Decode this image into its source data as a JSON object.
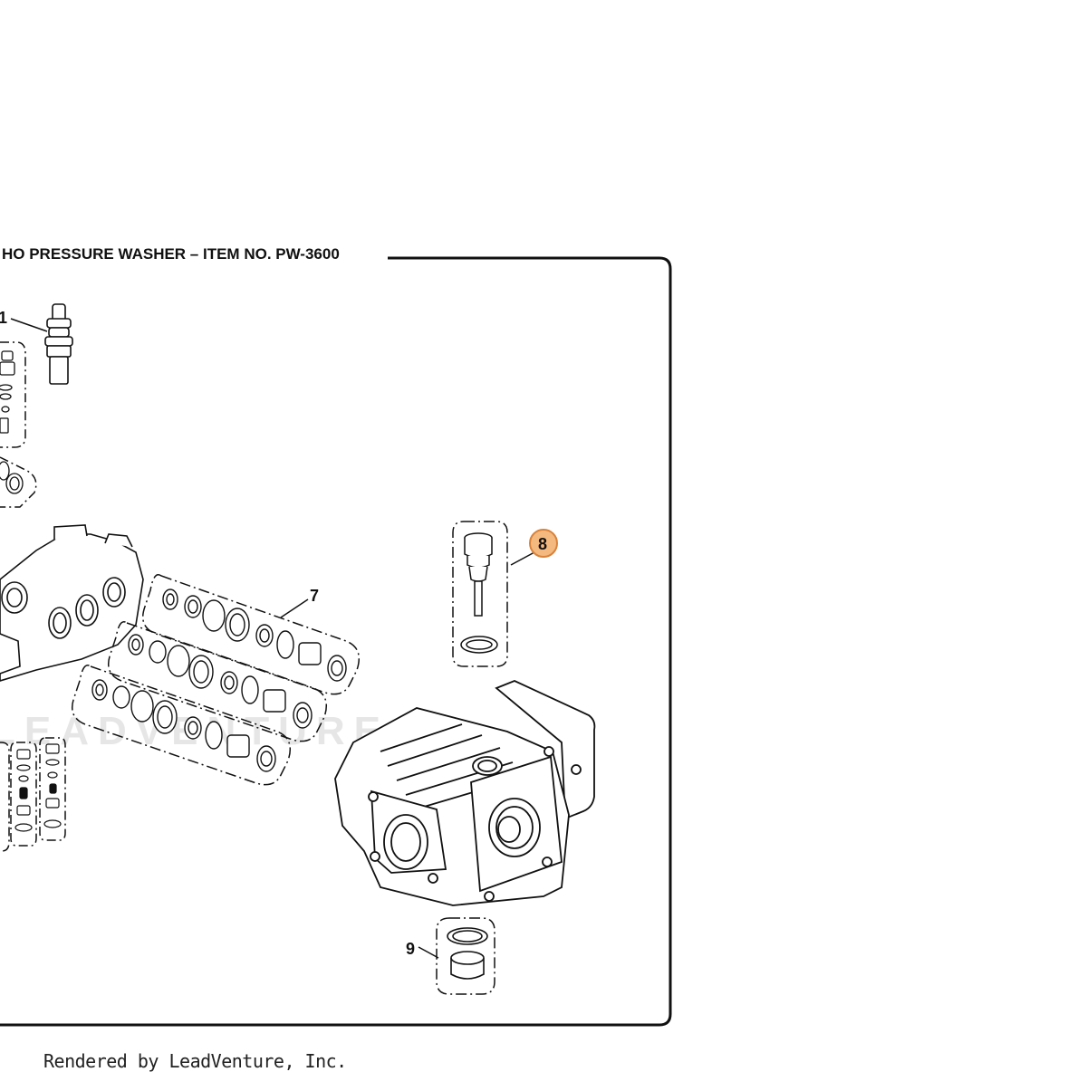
{
  "diagram": {
    "title": "HO PRESSURE WASHER – ITEM NO. PW-3600",
    "watermark": "LEADVENTURE",
    "callouts": [
      {
        "id": "callout-1",
        "label": "1"
      },
      {
        "id": "callout-7",
        "label": "7"
      },
      {
        "id": "callout-8",
        "label": "8",
        "highlighted": true
      },
      {
        "id": "callout-9",
        "label": "9"
      }
    ],
    "highlight_color": "#f4b97e",
    "highlight_stroke": "#d9823a"
  },
  "footer": {
    "credit": "Rendered by LeadVenture, Inc."
  }
}
